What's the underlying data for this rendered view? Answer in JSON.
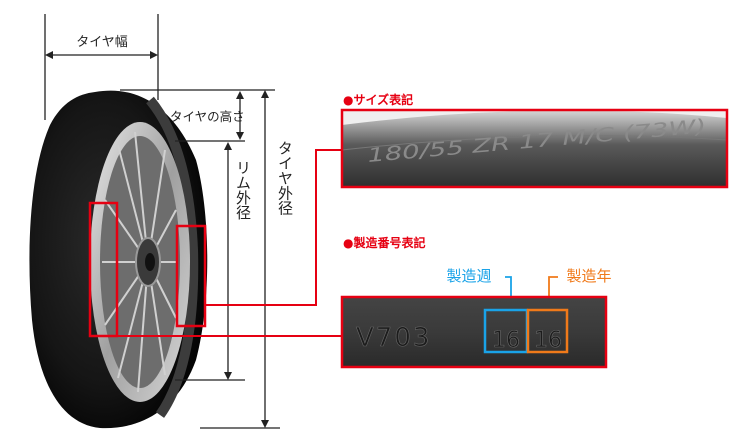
{
  "labels": {
    "tire_width": "タイヤ幅",
    "tire_height": "タイヤの高さ",
    "rim_outer_diameter": "リム外径",
    "tire_outer_diameter": "タイヤ外径"
  },
  "size_marking": {
    "heading": "●サイズ表記",
    "text": "180/55 ZR 17 M/C (73W)"
  },
  "manufacture_marking": {
    "heading": "●製造番号表記",
    "code": "V703",
    "week_label": "製造週",
    "week_value": "16",
    "year_label": "製造年",
    "year_value": "16"
  },
  "colors": {
    "accent_red": "#e60012",
    "week_blue": "#1aa3e8",
    "year_orange": "#f07a1a"
  }
}
